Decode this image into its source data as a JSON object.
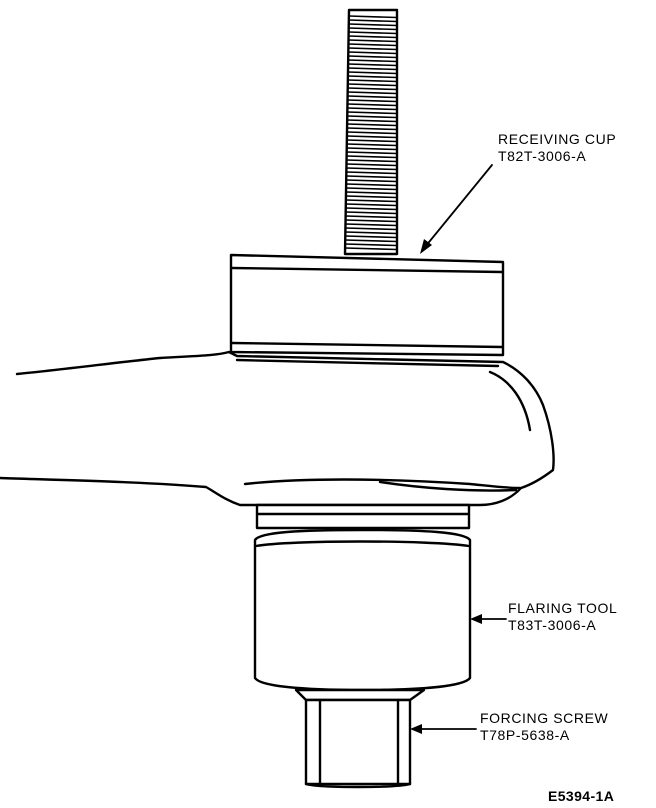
{
  "labels": {
    "receiving_cup": {
      "name": "RECEIVING CUP",
      "part": "T82T-3006-A"
    },
    "flaring_tool": {
      "name": "FLARING TOOL",
      "part": "T83T-3006-A"
    },
    "forcing_screw": {
      "name": "FORCING SCREW",
      "part": "T78P-5638-A"
    }
  },
  "figure_id": "E5394-1A"
}
